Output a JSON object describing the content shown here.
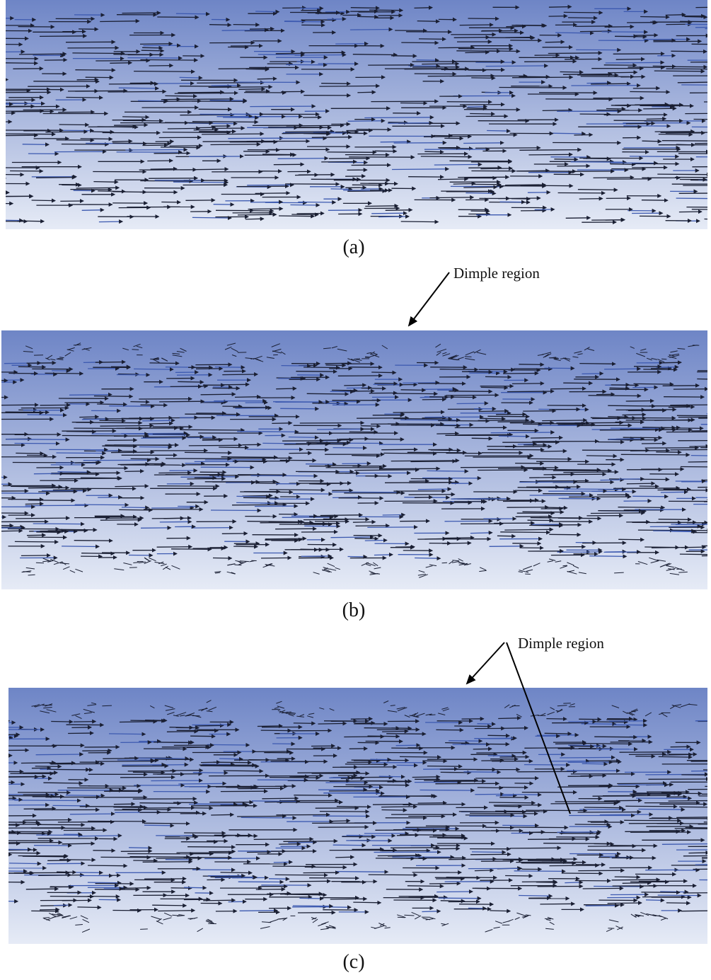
{
  "figure": {
    "panels": [
      {
        "id": "a",
        "caption": "(a)",
        "dimpled": false,
        "dimples": 0
      },
      {
        "id": "b",
        "caption": "(b)",
        "dimpled": true,
        "dimples": 7
      },
      {
        "id": "c",
        "caption": "(c)",
        "dimpled": true,
        "dimples": 6
      }
    ],
    "annotations": {
      "b_label": "Dimple region",
      "c_label": "Dimple region"
    },
    "colors": {
      "top": "#6e85c6",
      "bottom": "#e6ebf6",
      "arrow": "#1a1f33",
      "arrow_alt": "#3d5ab0"
    },
    "flow_direction": "left-to-right"
  }
}
